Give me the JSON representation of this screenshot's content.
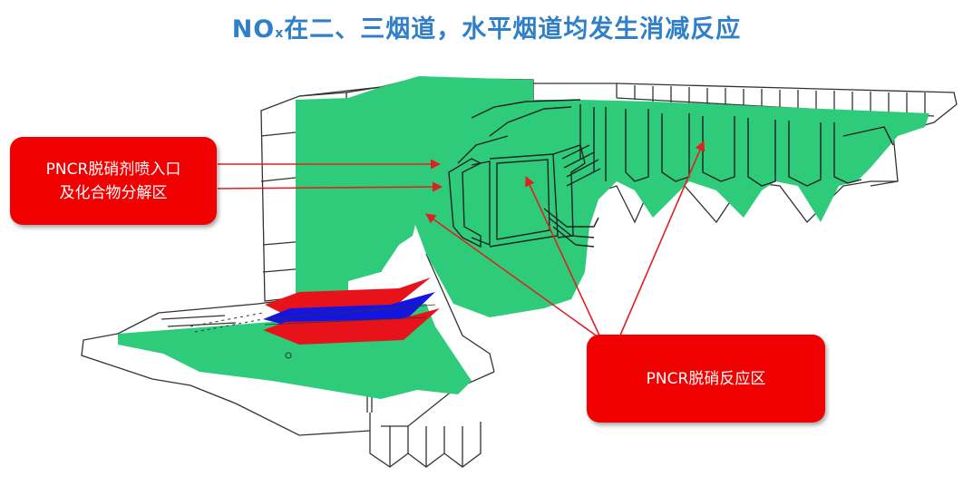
{
  "title": {
    "lead": "NO",
    "sub": "x",
    "rest": "在二、三烟道，水平烟道均发生消减反应"
  },
  "callouts": {
    "inlet": {
      "line1": "PNCR脱硝剂喷入口",
      "line2": "及化合物分解区"
    },
    "reaction": "PNCR脱硝反应区"
  },
  "colors": {
    "title": "#2f7fc9",
    "callout": "#f00000",
    "zone_green": "#2ecc7a",
    "plane_red": "#e8121b",
    "plane_blue": "#1515e0",
    "outline": "#333333",
    "arrow": "#e02020"
  }
}
